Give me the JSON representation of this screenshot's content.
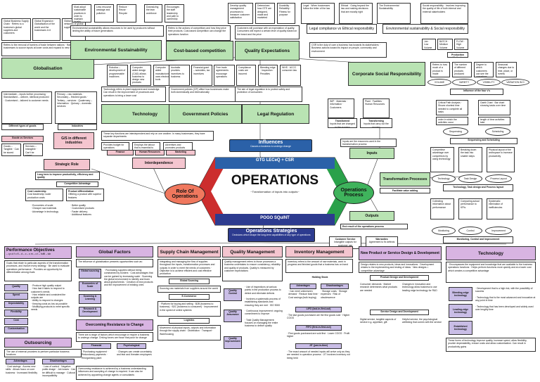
{
  "center": {
    "title": "OPERATIONS",
    "subtitle": "~Transformation of inputs into outputs~",
    "top_label": "GTG LECeQ + CSR",
    "bottom_label": "POGO SQuINT"
  },
  "branches": {
    "influences": {
      "title": "Influences",
      "sub": "Causes a business to undergo change"
    },
    "strategies": {
      "title": "Operations Strategies",
      "sub": "Decisions which shape the long-term capabilities of any type of operations"
    },
    "role": {
      "title": "Role Of Operations"
    },
    "process": {
      "title": "Operations Process"
    }
  },
  "left_top": {
    "globalisation": "Globalisation",
    "env": "Environmental Sustainability",
    "cost": "Cost-based competition",
    "quality_exp": "Quality Expectations",
    "technology": "Technology",
    "gov": "Government Policies",
    "legal": "Legal Regulation",
    "csr": "Corporate Social Responsibility",
    "legal_comp": "Legal compliance vs Ethical responsibility",
    "env_social": "Environmental sustainability & Social responsibility",
    "interdep": "Interdependence",
    "strategic": "Strategic Role",
    "cost_leader": "Cost Leadership",
    "prod_diff": "Product differentiation",
    "goods_services": "Goods vs Services",
    "gs_industries": "G/S in different industries",
    "industries": "Industries",
    "diff_types": "Different types of goods",
    "finance": "Finance",
    "hr": "Human Resources",
    "marketing": "Marketing",
    "long_term": "Long term to improve productivity, efficiency and quality",
    "competitive": "Competitive Advantage"
  },
  "right_top": {
    "inputs": "Inputs",
    "inputs_sub": "Inputs are the resources used in the transformation process",
    "transformed": "Transformed",
    "transforming": "Transforming",
    "tp": "Transformation Processes",
    "tp_sub": "Facilitate value adding",
    "outputs": "Outputs",
    "outputs_sub": "End result of the operations process",
    "influence_4v": "Influence of the four v's",
    "volume": "VOLUME",
    "variety": "VARIETY",
    "visibility": "VISIBILITY",
    "variation": "VARIATION IN D",
    "seq_sched": "Sequencing and Scheduling",
    "sequencing": "Sequencing",
    "scheduling": "Scheduling",
    "tech_design": "Technology, Task design and Process layout",
    "technology": "Technology",
    "task_design": "Task Design",
    "process_layout": "Process Layout",
    "mci": "Monitoring, Control and Improvement",
    "monitoring": "Monitoring",
    "control": "Control",
    "improvement": "Improvement",
    "customer_service": "Customer Service",
    "warranties": "Warranties",
    "production_methods": "Production Methods"
  },
  "bottom": {
    "perf_obj": "Performance Objectives",
    "perf_sub": "– q s d f c fl – d – c – s m – o t – fulfil – lub",
    "quality": "Quality",
    "speed": "Speed",
    "dependability": "Dependability",
    "flexibility": "Flexibility",
    "cost": "Cost",
    "customisation": "Customisation",
    "global_factors": "Global Factors",
    "global_sourcing": "Global sourcing",
    "economies": "Economies of Scale",
    "scanning": "Scanning & Learning",
    "rnd": "Research & Development",
    "overcoming": "Overcoming Resistance to Change",
    "financial": "Financial",
    "psychological": "Psychological",
    "outsourcing": "Outsourcing",
    "advantages": "Advantages",
    "disadvantages": "Disadvantages",
    "scm": "Supply Chain Management",
    "logistics": "Logistics",
    "ecommerce": "E-Commerce",
    "qm": "Quality Management",
    "qc": "Quality Control",
    "qa": "Quality Assurance",
    "qi": "Quality Improvement",
    "im": "Inventory Management",
    "holding": "Holding Stock",
    "adv": "Advantages",
    "dis": "Disadvantages",
    "lifo": "LIFO (last-in-first-out)",
    "fifo": "FIFO (first-in-first-out)",
    "jit": "JIT (just-in-time)",
    "npd": "New Product or Service Design & Development",
    "pdd": "Product Design and Development",
    "sdd": "Service Design and Development",
    "tech": "Technology",
    "bleeding": "Bleeding-edge technology",
    "leading": "Leading-edge technology",
    "established": "Established technology"
  }
}
